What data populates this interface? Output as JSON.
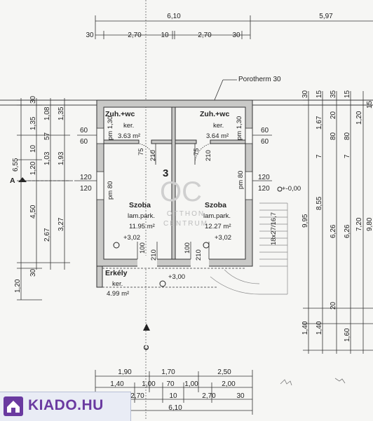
{
  "top_dims": {
    "overall": "6,10",
    "right": "5,97",
    "row": [
      "30",
      "2,70",
      "10",
      "2,70",
      "30"
    ]
  },
  "material_label": "Porotherm 30",
  "rooms": {
    "bath_left": {
      "name": "Zuh.+wc",
      "floor": "ker.",
      "area": "3.63 m²"
    },
    "bath_right": {
      "name": "Zuh.+wc",
      "floor": "ker.",
      "area": "3.64 m²"
    },
    "room_left": {
      "name": "Szoba",
      "floor": "lam.park.",
      "area": "11.95 m²",
      "level": "+3,02"
    },
    "room_right": {
      "name": "Szoba",
      "floor": "lam.park.",
      "area": "12.27 m²",
      "level": "+3,02"
    },
    "balcony": {
      "name": "Erkély",
      "floor": "ker.",
      "area": "4.99 m²",
      "level": "+3,00"
    }
  },
  "unit_number": "3",
  "window_labels": {
    "w1": "pm 1,30",
    "w2": "pm 1,30",
    "w3": "pm 80",
    "w4": "pm 80",
    "door_75_a": "75",
    "door_210_a": "210",
    "door_75_b": "75",
    "door_210_b": "210",
    "door_100_a": "100",
    "door_210_c": "210",
    "door_100_b": "100",
    "door_210_d": "210"
  },
  "left_dims": {
    "outer": "6,55",
    "col1": [
      "30",
      "1,35",
      "10",
      "1,20",
      "4,50",
      "30",
      "1,20"
    ],
    "col2": [
      "1,08",
      "57",
      "1,03",
      "2,67"
    ],
    "col3": [
      "1,35",
      "1,93",
      "3,27"
    ]
  },
  "side_marks": {
    "l60a": "60",
    "l60b": "60",
    "l120a": "120",
    "l120b": "120",
    "r60a": "60",
    "r60b": "60",
    "r120a": "120",
    "r120b": "120"
  },
  "section_a": "A",
  "section_c": "C",
  "zero_level": "+-0,00",
  "stair_label": "18x27/16,7",
  "right_dims": {
    "c1": [
      "30",
      "9,95",
      "1,40"
    ],
    "c2": [
      "15",
      "1,67",
      "7",
      "8,55",
      "1,40"
    ],
    "c3": [
      "35",
      "20",
      "80",
      "6,26",
      "20"
    ],
    "c4": [
      "15",
      "7",
      "80",
      "6,26",
      "1,60"
    ],
    "c5": [
      "1,20",
      "7,20"
    ],
    "c6": [
      "15",
      "9,80"
    ]
  },
  "bottom_dims": {
    "row1": [
      "1,90",
      "1,70",
      "2,50"
    ],
    "row2": [
      "1,40",
      "1,00",
      "70",
      "1,00",
      "2,00"
    ],
    "row3": [
      "30",
      "2,70",
      "10",
      "2,70",
      "30"
    ],
    "overall": "6,10"
  },
  "watermark": {
    "logo": "OC",
    "line1": "OTTHON",
    "line2": "CENTRUM"
  },
  "brand": {
    "name": "KIADO.HU",
    "color": "#6a3aa0"
  }
}
